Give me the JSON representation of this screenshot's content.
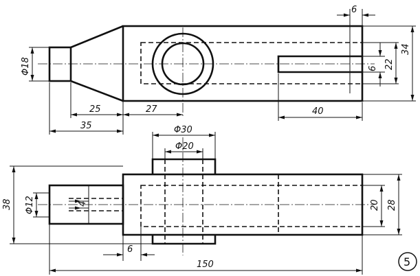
{
  "top_view": {
    "dims": {
      "d18": "Φ18",
      "l25": "25",
      "l27": "27",
      "l35": "35",
      "l40": "40",
      "s6_top": "6",
      "s6_slot": "6",
      "v22": "22",
      "v34": "34"
    }
  },
  "front_view": {
    "dims": {
      "d30": "Φ30",
      "d20": "Φ20",
      "d12": "Φ12",
      "h38": "38",
      "h28": "28",
      "h20": "20",
      "l6": "6",
      "l150": "150",
      "l4": "4"
    }
  },
  "sheet": {
    "number": "5"
  }
}
